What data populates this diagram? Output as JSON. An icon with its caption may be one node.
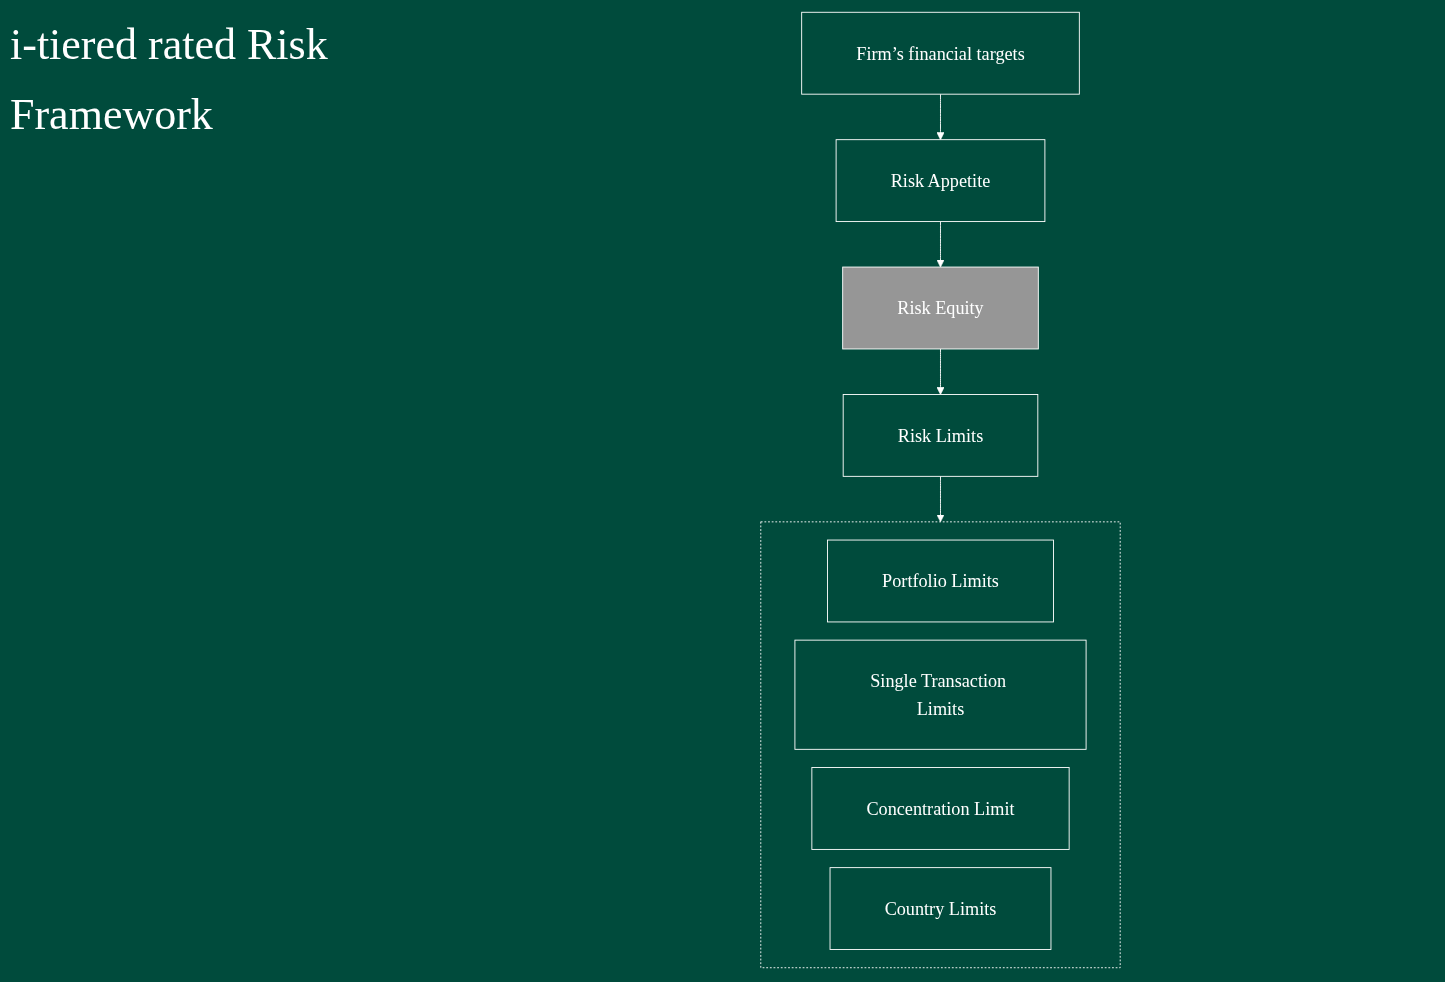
{
  "diagram": {
    "title": "i-tiered rated Risk Framework",
    "nodes": [
      {
        "text": [
          "Firm’s financial targets"
        ]
      },
      {
        "text": [
          "Risk Appetite"
        ]
      },
      {
        "text": [
          "Risk Equity"
        ]
      },
      {
        "text": [
          "Risk Limits"
        ]
      },
      {
        "text": [],
        "shape": "box"
      },
      {
        "text": [
          "Portfolio Limits"
        ],
        "in": 4
      },
      {
        "text": [
          "Single Transaction Limits"
        ],
        "in": 4
      },
      {
        "text": [
          "Concentration Limit"
        ],
        "in": 4
      },
      {
        "text": [
          "Country Limits"
        ],
        "in": 4
      }
    ],
    "edges": [
      {
        "from": 0,
        "to": 1,
        "arrow": "to"
      },
      {
        "from": 1,
        "to": 2,
        "arrow": "to"
      },
      {
        "from": 2,
        "to": 3,
        "arrow": "to"
      },
      {
        "from": 3,
        "to": 4,
        "arrow": "to"
      }
    ]
  }
}
